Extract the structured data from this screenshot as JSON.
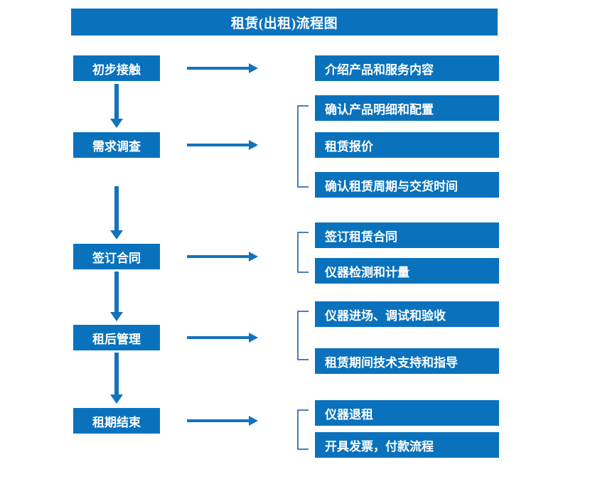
{
  "title": "租赁(出租)流程图",
  "theme": {
    "box_fill": "#0a72bd",
    "box_text": "#ffffff",
    "arrow": "#1273bc",
    "bracket": "#4a7ebb",
    "background": "#ffffff"
  },
  "stages": [
    {
      "label": "初步接触"
    },
    {
      "label": "需求调查"
    },
    {
      "label": "签订合同"
    },
    {
      "label": "租后管理"
    },
    {
      "label": "租期结束"
    }
  ],
  "details": [
    {
      "label": "介绍产品和服务内容"
    },
    {
      "label": "确认产品明细和配置"
    },
    {
      "label": "租赁报价"
    },
    {
      "label": "确认租赁周期与交货时间"
    },
    {
      "label": "签订租赁合同"
    },
    {
      "label": "仪器检测和计量"
    },
    {
      "label": "仪器进场、调试和验收"
    },
    {
      "label": "租赁期间技术支持和指导"
    },
    {
      "label": "仪器退租"
    },
    {
      "label": "开具发票，付款流程"
    }
  ]
}
